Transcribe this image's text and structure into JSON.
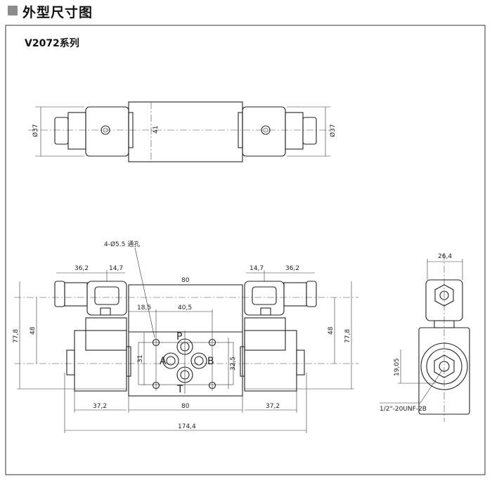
{
  "header": {
    "title": "外型尺寸图"
  },
  "series_title": "V2072系列",
  "top_view": {
    "left_diameter": "Ø37",
    "body_height": "41",
    "right_diameter": "Ø37"
  },
  "front_view": {
    "hole_note": "4-Ø5.5 通孔",
    "left_dim_a": "36,2",
    "left_dim_b": "14,7",
    "right_dim_a": "14,7",
    "right_dim_b": "36,2",
    "body_width_top": "80",
    "hole_offset": "18,5",
    "hole_spacing": "40,5",
    "left_height": "77,8",
    "left_center": "48",
    "right_center": "48",
    "right_height": "77,8",
    "hole_vertical": "31",
    "port_vertical": "32,5",
    "ports": {
      "p": "P",
      "a": "A",
      "b": "B",
      "t": "T"
    },
    "left_tube": "37,2",
    "body_width_bottom": "80",
    "right_tube": "37,2",
    "overall": "174,4"
  },
  "side_view": {
    "width": "26,4",
    "offset": "19,05",
    "thread": "1/2\"-20UNF-2B"
  }
}
